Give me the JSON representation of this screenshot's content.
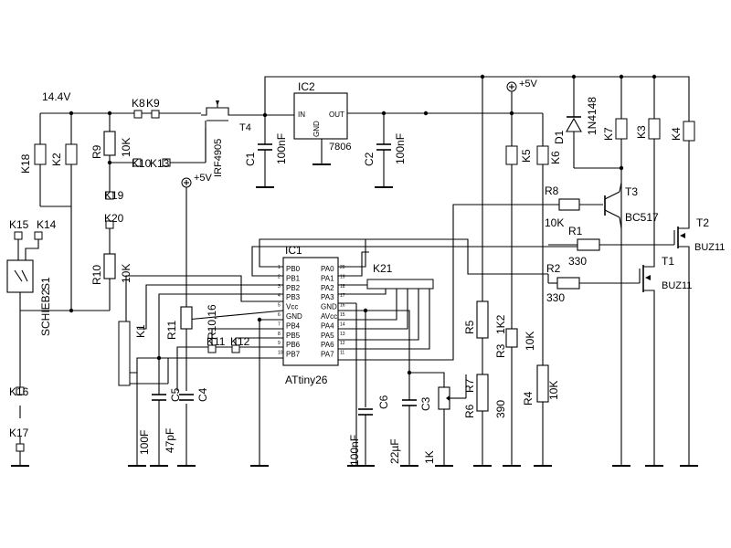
{
  "supply": {
    "voltage": "14.4V",
    "vplus": "+5V"
  },
  "ic1": {
    "name": "IC1",
    "part": "ATtiny26",
    "left_pins": [
      "PB0",
      "PB1",
      "PB2",
      "PB3",
      "Vcc",
      "GND",
      "PB4",
      "PB5",
      "PB6",
      "PB7"
    ],
    "right_pins": [
      "PA0",
      "PA1",
      "PA2",
      "PA3",
      "GND",
      "AVcc",
      "PA4",
      "PA5",
      "PA6",
      "PA7"
    ],
    "left_nums": [
      "1",
      "2",
      "3",
      "4",
      "5",
      "6",
      "7",
      "8",
      "9",
      "10"
    ],
    "right_nums": [
      "20",
      "19",
      "18",
      "17",
      "16",
      "15",
      "14",
      "13",
      "12",
      "11"
    ]
  },
  "ic2": {
    "name": "IC2",
    "part": "7806",
    "in": "IN",
    "out": "OUT",
    "gnd": "GND"
  },
  "mosfet_t4": {
    "name": "T4",
    "part": "IRF4905"
  },
  "components": {
    "k8": "K8",
    "k9": "K9",
    "k10": "K10",
    "k13": "K13",
    "k18": "K18",
    "k2": "K2",
    "k15": "K15",
    "k14": "K14",
    "k19": "K19",
    "k20": "K20",
    "k16": "K16",
    "k17": "K17",
    "k1": "K1",
    "k11": "K11",
    "k12": "K12",
    "k21": "K21",
    "k5": "K5",
    "k6": "K6",
    "k7": "K7",
    "k3": "K3",
    "k4": "K4",
    "s1": "S1",
    "schb": "SCHIEB2",
    "r9": "R9",
    "r9v": "10K",
    "r10": "R10",
    "r10v": "10K",
    "r11": "R11",
    "r11v": "R10,16",
    "c1": "C1",
    "c1v": "100nF",
    "c2": "C2",
    "c2v": "100nF",
    "c4": "C4",
    "c4v": "47pF",
    "c5": "C5",
    "c5v": "100F",
    "c6": "C6",
    "c6v": "100nF",
    "c3": "C3",
    "c3v": "22µF",
    "r6": "R6",
    "r6v": "1K",
    "r7": "R7",
    "r7v": "390",
    "r5": "R5",
    "r3": "R3",
    "r3v": "1K2",
    "r4": "R4",
    "r4v": "10K",
    "d1": "D1",
    "d1v": "1N4148",
    "r8": "R8",
    "r8v": "10K",
    "t3": "T3",
    "t3v": "BC517",
    "r1": "R1",
    "r1v": "330",
    "t2": "T2",
    "t2v": "BUZ11",
    "r2": "R2",
    "r2v": "330",
    "t1": "T1",
    "t1v": "BUZ11"
  }
}
